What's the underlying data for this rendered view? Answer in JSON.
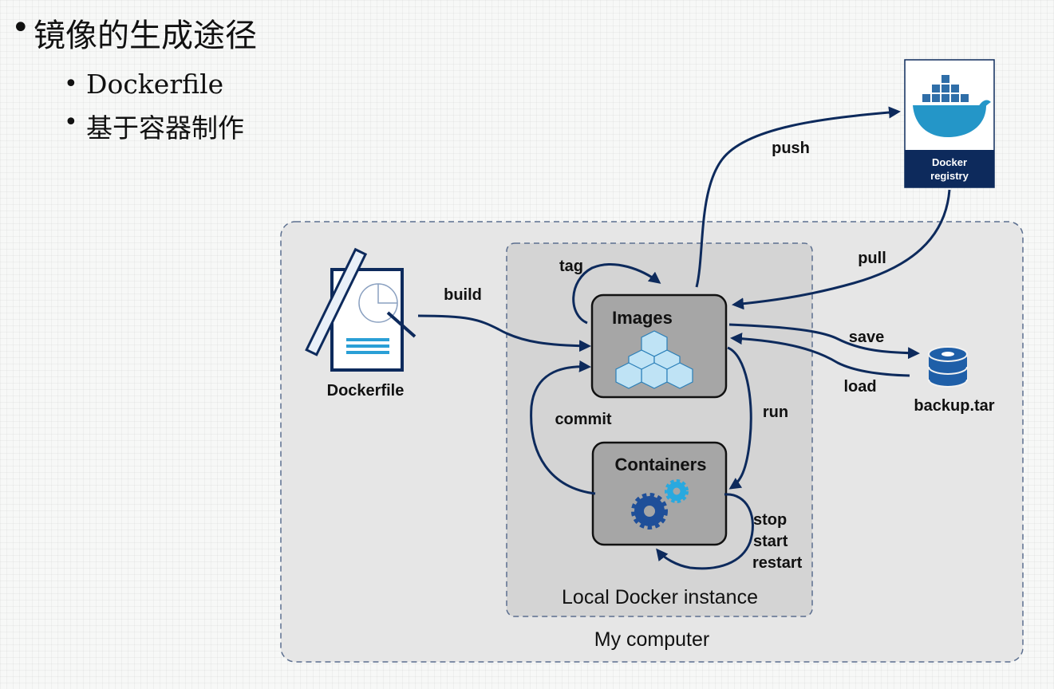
{
  "slide": {
    "title": "镜像的生成途径",
    "bullet_symbol": "•",
    "subitems": [
      "Dockerfile",
      "基于容器制作"
    ]
  },
  "diagram": {
    "my_computer_label": "My computer",
    "local_instance_label": "Local Docker instance",
    "images_label": "Images",
    "containers_label": "Containers",
    "dockerfile_label": "Dockerfile",
    "registry_label_line1": "Docker",
    "registry_label_line2": "registry",
    "backup_label": "backup.tar",
    "edges": {
      "build": "build",
      "tag": "tag",
      "push": "push",
      "pull": "pull",
      "save": "save",
      "load": "load",
      "run": "run",
      "commit": "commit",
      "stop": "stop",
      "start": "start",
      "restart": "restart"
    }
  },
  "colors": {
    "arrow": "#0d2a5c",
    "box_fill": "#a6a6a6",
    "registry_banner": "#0d2a5c",
    "docker_blue": "#2496c8"
  }
}
